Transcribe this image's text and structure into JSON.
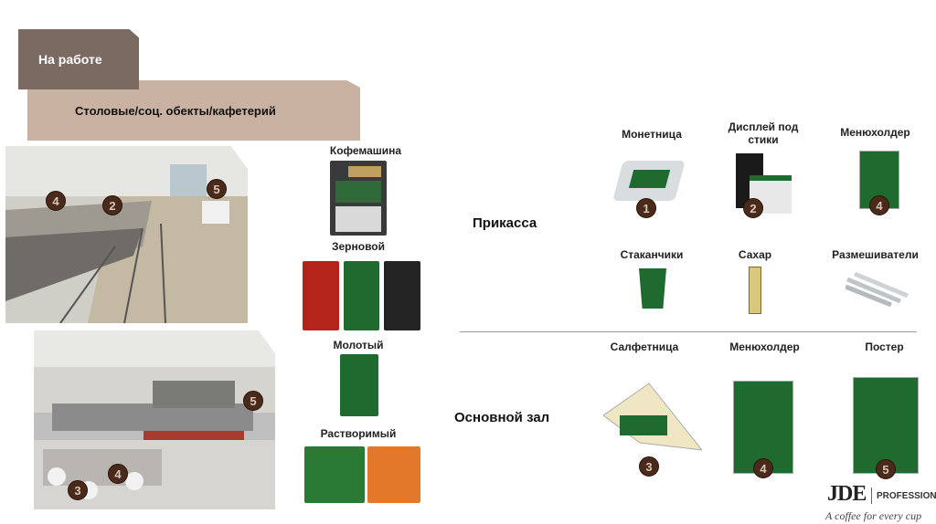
{
  "header": {
    "title": "На работе",
    "subtitle": "Столовые/соц. обекты/кафетерий"
  },
  "products": {
    "coffee_machine": "Кофемашина",
    "beans": "Зерновой",
    "ground": "Молотый",
    "instant": "Растворимый"
  },
  "sections": {
    "checkout": "Прикасса",
    "main_hall": "Основной зал"
  },
  "checkout_items": [
    {
      "label": "Монетница",
      "num": "1"
    },
    {
      "label": "Дисплей под стики",
      "num": "2"
    },
    {
      "label": "Менюхолдер",
      "num": "4"
    },
    {
      "label": "Стаканчики"
    },
    {
      "label": "Сахар"
    },
    {
      "label": "Размешиватели"
    }
  ],
  "hall_items": [
    {
      "label": "Салфетница",
      "num": "3"
    },
    {
      "label": "Менюхолдер",
      "num": "4"
    },
    {
      "label": "Постер",
      "num": "5"
    }
  ],
  "photo_markers": {
    "p1": [
      "4",
      "2",
      "5"
    ],
    "p2": [
      "4",
      "3",
      "5"
    ]
  },
  "brand": {
    "logo": "JDE",
    "tag": "PROFESSIONAL",
    "slogan": "A coffee for every cup"
  },
  "colors": {
    "tag_dark": "#7a6a62",
    "tag_light": "#c9b2a2",
    "coffee_green": "#1f6a2e"
  }
}
